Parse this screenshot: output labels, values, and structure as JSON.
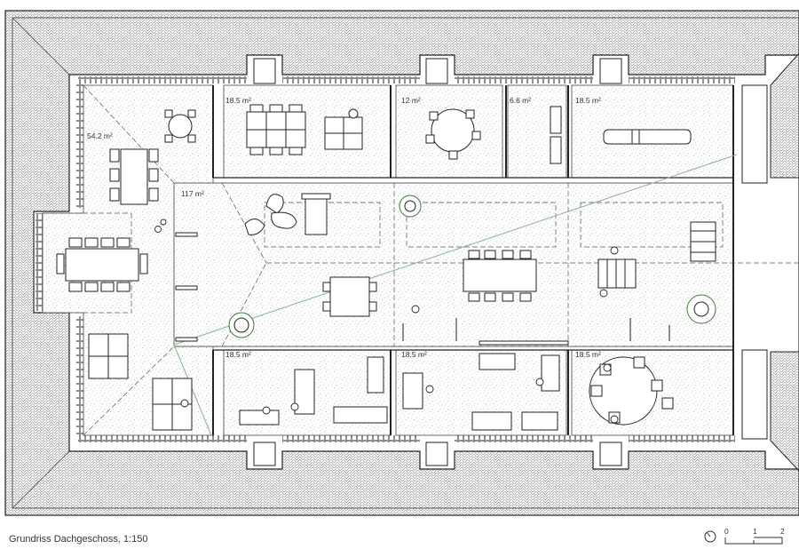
{
  "caption": "Grundriss Dachgeschoss, 1:150",
  "scale_bar": {
    "ticks": [
      "0",
      "1",
      "2"
    ]
  },
  "rooms": [
    {
      "id": "wing",
      "area": "54.2 m²"
    },
    {
      "id": "top-1",
      "area": "18.5 m²"
    },
    {
      "id": "top-2",
      "area": "12 m²"
    },
    {
      "id": "top-3",
      "area": "6.6 m²"
    },
    {
      "id": "top-4",
      "area": "18.5 m²"
    },
    {
      "id": "hall",
      "area": "117 m²"
    },
    {
      "id": "bottom-1",
      "area": "18.5 m²"
    },
    {
      "id": "bottom-2",
      "area": "18.5 m²"
    },
    {
      "id": "bottom-3",
      "area": "18.5 m²"
    }
  ],
  "colors": {
    "wall": "#222222",
    "roof_tile": "#777777",
    "floor_speckle": "#9a9a9a",
    "plant": "#3e7a3e",
    "annotation_line": "#8ab58a"
  },
  "icons": {
    "north": "north-arrow-icon",
    "section_marker": "section-triangle-icon"
  }
}
